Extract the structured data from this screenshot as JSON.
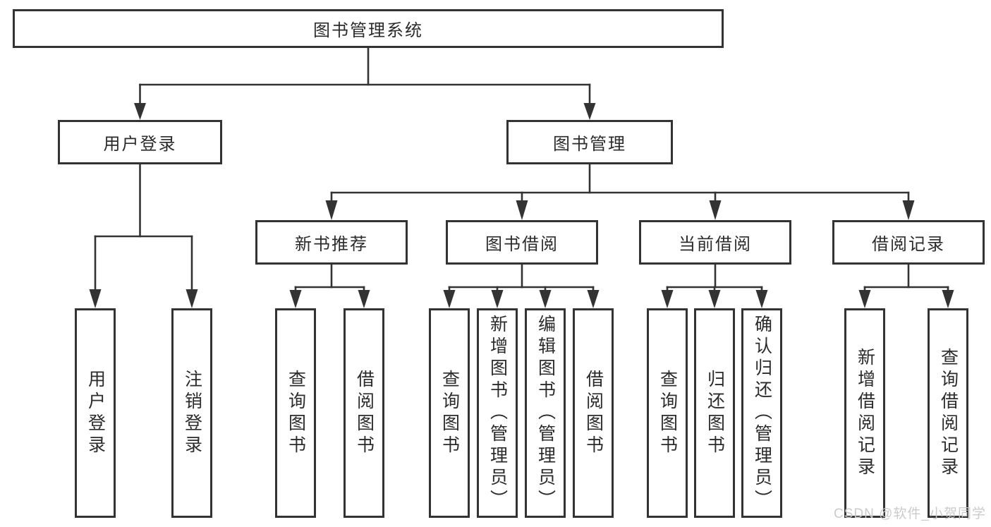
{
  "diagram": {
    "root": {
      "label": "图书管理系统"
    },
    "branches": [
      {
        "label": "用户登录",
        "children": [
          {
            "label": "用户登录"
          },
          {
            "label": "注销登录"
          }
        ]
      },
      {
        "label": "图书管理",
        "children": [
          {
            "label": "新书推荐",
            "children": [
              {
                "label": "查询图书"
              },
              {
                "label": "借阅图书"
              }
            ]
          },
          {
            "label": "图书借阅",
            "children": [
              {
                "label": "查询图书"
              },
              {
                "label": "新增图书（管理员）"
              },
              {
                "label": "编辑图书（管理员）"
              },
              {
                "label": "借阅图书"
              }
            ]
          },
          {
            "label": "当前借阅",
            "children": [
              {
                "label": "查询图书"
              },
              {
                "label": "归还图书"
              },
              {
                "label": "确认归还（管理员）"
              }
            ]
          },
          {
            "label": "借阅记录",
            "children": [
              {
                "label": "新增借阅记录"
              },
              {
                "label": "查询借阅记录"
              }
            ]
          }
        ]
      }
    ]
  },
  "watermark": {
    "text": "CSDN @软件_小贺同学"
  },
  "colors": {
    "line": "#333333",
    "box_border": "#333333",
    "text": "#2b2b2b",
    "background": "#ffffff",
    "watermark": "#c9c9c9"
  }
}
